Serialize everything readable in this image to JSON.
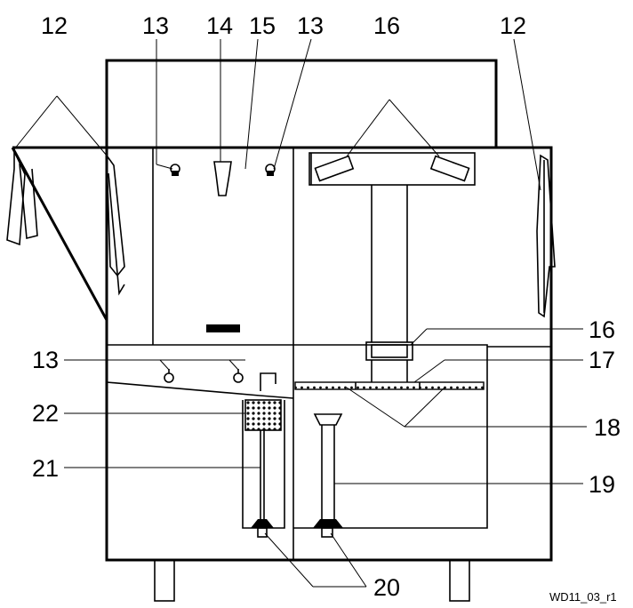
{
  "labels": {
    "l12a": "12",
    "l13a": "13",
    "l14": "14",
    "l15": "15",
    "l13b": "13",
    "l16a": "16",
    "l12b": "12",
    "l16b": "16",
    "l13c": "13",
    "l17": "17",
    "l22": "22",
    "l18": "18",
    "l21": "21",
    "l19": "19",
    "l20": "20"
  },
  "reference": "WD11_03_r1",
  "colors": {
    "line": "#000000",
    "background": "#ffffff",
    "filter_fill": "#cccccc"
  }
}
